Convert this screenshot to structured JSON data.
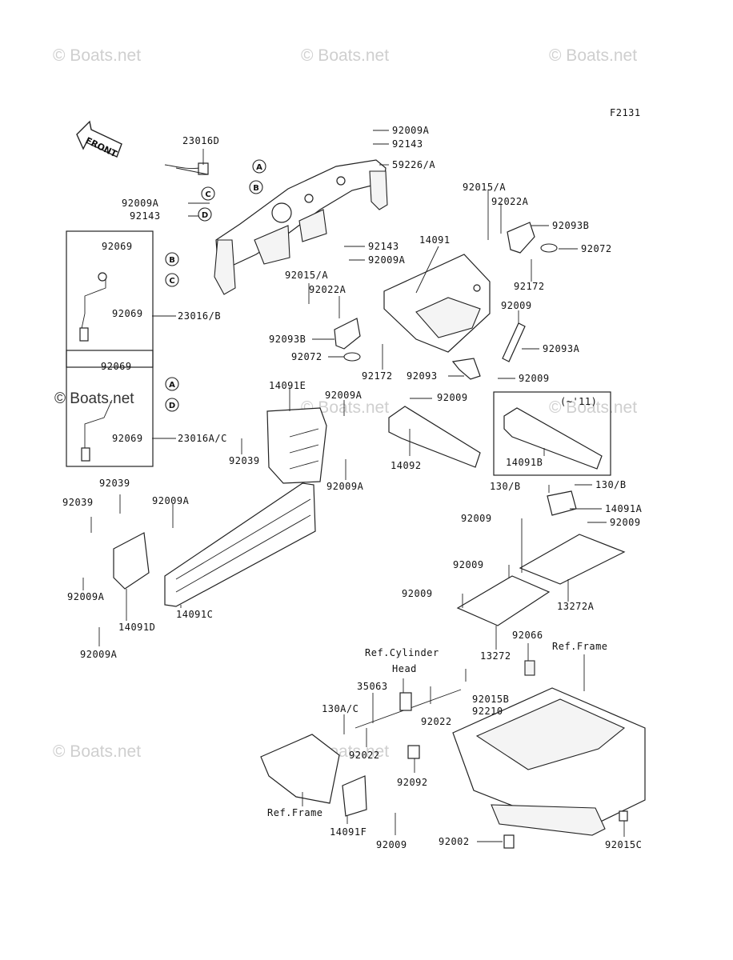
{
  "figure_code": "F2131",
  "front_label": "FRONT",
  "note_label": "(~'11)",
  "watermark_text": "© Boats.net",
  "callouts": [
    "A",
    "B",
    "C",
    "D"
  ],
  "labels": [
    {
      "text": "23016D"
    },
    {
      "text": "92009A"
    },
    {
      "text": "92143"
    },
    {
      "text": "59226/A"
    },
    {
      "text": "92009A"
    },
    {
      "text": "92143"
    },
    {
      "text": "92015/A"
    },
    {
      "text": "92022A"
    },
    {
      "text": "92093B"
    },
    {
      "text": "92072"
    },
    {
      "text": "92069"
    },
    {
      "text": "92069"
    },
    {
      "text": "23016/B"
    },
    {
      "text": "92143"
    },
    {
      "text": "92009A"
    },
    {
      "text": "14091"
    },
    {
      "text": "92015/A"
    },
    {
      "text": "92022A"
    },
    {
      "text": "92172"
    },
    {
      "text": "92009"
    },
    {
      "text": "92093B"
    },
    {
      "text": "92072"
    },
    {
      "text": "92172"
    },
    {
      "text": "92093A"
    },
    {
      "text": "92093"
    },
    {
      "text": "92009"
    },
    {
      "text": "92069"
    },
    {
      "text": "92069"
    },
    {
      "text": "23016A/C"
    },
    {
      "text": "14091E"
    },
    {
      "text": "92009A"
    },
    {
      "text": "92039"
    },
    {
      "text": "92009A"
    },
    {
      "text": "92009"
    },
    {
      "text": "14092"
    },
    {
      "text": "14091B"
    },
    {
      "text": "92039"
    },
    {
      "text": "92039"
    },
    {
      "text": "92009A"
    },
    {
      "text": "130/B"
    },
    {
      "text": "130/B"
    },
    {
      "text": "14091A"
    },
    {
      "text": "92009"
    },
    {
      "text": "92009"
    },
    {
      "text": "92009A"
    },
    {
      "text": "14091D"
    },
    {
      "text": "14091C"
    },
    {
      "text": "92009A"
    },
    {
      "text": "92009"
    },
    {
      "text": "13272A"
    },
    {
      "text": "92009"
    },
    {
      "text": "13272"
    },
    {
      "text": "Ref.Cylinder"
    },
    {
      "text": "Head"
    },
    {
      "text": "92066"
    },
    {
      "text": "Ref.Frame"
    },
    {
      "text": "35063"
    },
    {
      "text": "92015B"
    },
    {
      "text": "92210"
    },
    {
      "text": "92022"
    },
    {
      "text": "130A/C"
    },
    {
      "text": "92022"
    },
    {
      "text": "92092"
    },
    {
      "text": "Ref.Frame"
    },
    {
      "text": "14091F"
    },
    {
      "text": "92009"
    },
    {
      "text": "92002"
    },
    {
      "text": "92015C"
    }
  ]
}
